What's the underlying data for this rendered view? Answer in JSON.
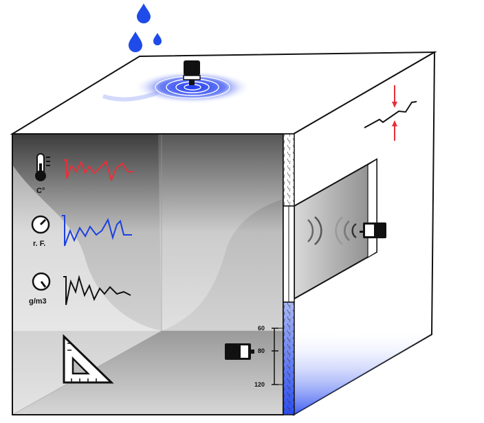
{
  "sensors": {
    "temperature": {
      "label": "C°",
      "icon": "thermometer-icon",
      "trace_color": "#e8303a"
    },
    "humidity": {
      "label": "r. F.",
      "icon": "hygrometer-gauge-icon",
      "trace_color": "#1a3fe0"
    },
    "absolute_humidity": {
      "label": "g/m3",
      "icon": "gauge-icon",
      "trace_color": "#111111"
    }
  },
  "water_scale": {
    "ticks": [
      "60",
      "80",
      "120"
    ]
  },
  "colors": {
    "water": "#2b4df0",
    "crack_arrows": "#e8303a",
    "outline": "#111111"
  }
}
